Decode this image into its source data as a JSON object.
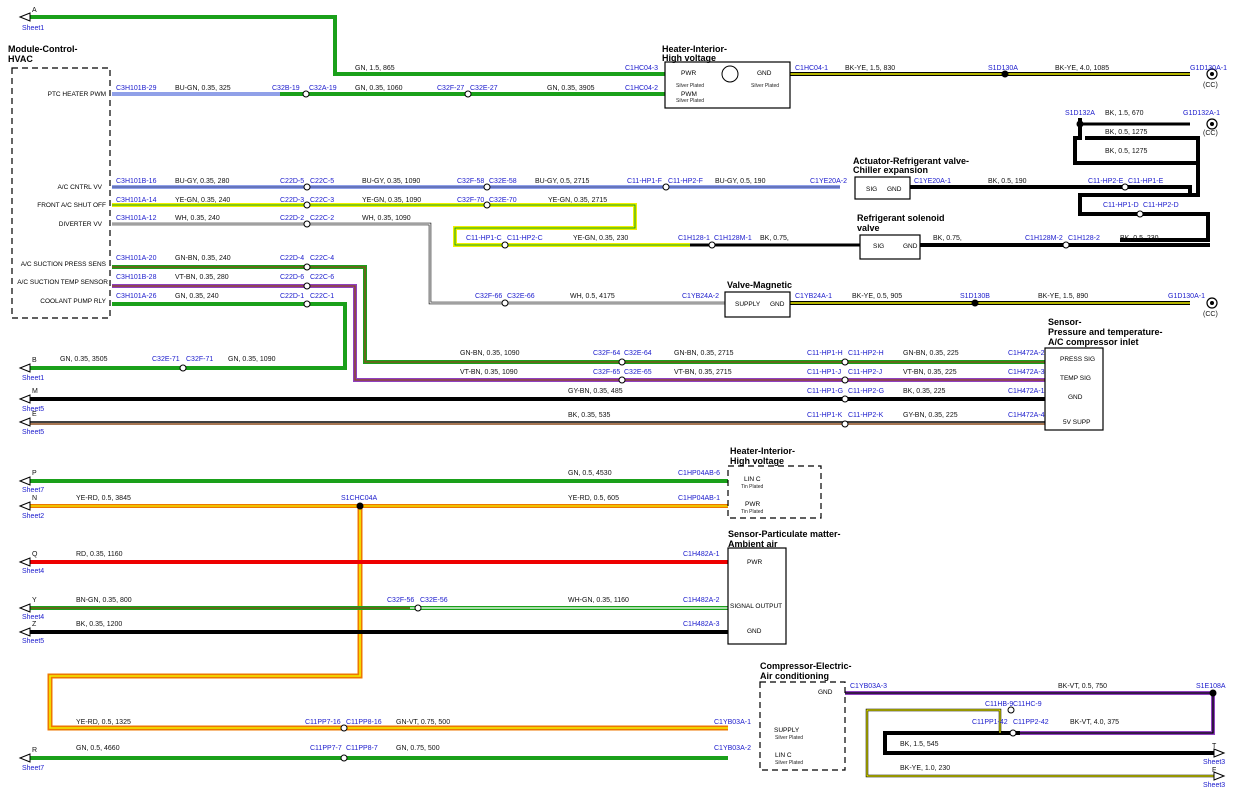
{
  "colors": {
    "GN": "#1aa01a",
    "BK": "#000000",
    "YE": "#f0f000",
    "RD": "#ee0000",
    "BN": "#8b4a1a",
    "VT": "#9040c0",
    "BU": "#2040d0",
    "GY": "#888888",
    "WH": "#ffffff",
    "connector_text": "#1a1acc"
  },
  "sheet_refs": [
    {
      "letter": "A",
      "sheet": "Sheet1"
    },
    {
      "letter": "B",
      "sheet": "Sheet1"
    },
    {
      "letter": "M",
      "sheet": "Sheet5"
    },
    {
      "letter": "E",
      "sheet": "Sheet5"
    },
    {
      "letter": "P",
      "sheet": "Sheet7"
    },
    {
      "letter": "N",
      "sheet": "Sheet2"
    },
    {
      "letter": "Q",
      "sheet": "Sheet4"
    },
    {
      "letter": "Y",
      "sheet": "Sheet4"
    },
    {
      "letter": "Z",
      "sheet": "Sheet5"
    },
    {
      "letter": "R",
      "sheet": "Sheet7"
    },
    {
      "letter": "T",
      "sheet": "Sheet3"
    },
    {
      "letter": "F",
      "sheet": "Sheet3"
    }
  ],
  "components": {
    "hvac": {
      "title1": "Module-Control-",
      "title2": "HVAC",
      "pins": [
        "PTC HEATER PWM",
        "A/C CNTRL VV",
        "FRONT A/C SHUT OFF",
        "DIVERTER VV",
        "A/C SUCTION PRESS SENS",
        "A/C SUCTION TEMP SENSOR",
        "COOLANT PUMP RLY"
      ]
    },
    "heater_hv": {
      "title1": "Heater-Interior-",
      "title2": "High voltage",
      "pins": [
        "PWR",
        "GND",
        "PWM"
      ],
      "plating": "Silver Plated"
    },
    "chiller": {
      "title1": "Actuator-Refrigerant valve-",
      "title2": "Chiller expansion",
      "pins": [
        "SIG",
        "GND"
      ]
    },
    "solenoid": {
      "title1": "Refrigerant solenoid",
      "title2": "valve",
      "pins": [
        "SIG",
        "GND"
      ]
    },
    "valve_mag": {
      "title1": "Valve-Magnetic",
      "pins": [
        "SUPPLY",
        "GND"
      ]
    },
    "pt_sensor": {
      "title1": "Sensor-",
      "title2": "Pressure and temperature-",
      "title3": "A/C compressor inlet",
      "pins": [
        "PRESS SIG",
        "TEMP SIG",
        "GND",
        "5V SUPP"
      ]
    },
    "heater_lin": {
      "title1": "Heater-Interior-",
      "title2": "High voltage",
      "pins": [
        "LIN C",
        "PWR"
      ],
      "plating": "Tin Plated"
    },
    "pm_sensor": {
      "title1": "Sensor-Particulate matter-",
      "title2": "Ambient air",
      "pins": [
        "PWR",
        "SIGNAL OUTPUT",
        "GND"
      ]
    },
    "compressor": {
      "title1": "Compressor-Electric-",
      "title2": "Air conditioning",
      "pins": [
        "GND",
        "SUPPLY",
        "LIN C"
      ],
      "plating": "Silver Plated"
    }
  },
  "connectors": {
    "c1hc04_3": "C1HC04-3",
    "c1hc04_2": "C1HC04-2",
    "c1hc04_1": "C1HC04-1",
    "s1d130a": "S1D130A",
    "g1d130a_1": "G1D130A-1",
    "g1d132a_1": "G1D132A-1",
    "s1d132a": "S1D132A",
    "c3h101b_29": "C3H101B-29",
    "c32b_19": "C32B-19",
    "c32a_19": "C32A-19",
    "c32f_27": "C32F-27",
    "c32e_27": "C32E-27",
    "c3h101b_16": "C3H101B-16",
    "c22d_5": "C22D-5",
    "c22c_5": "C22C-5",
    "c32f_58": "C32F-58",
    "c32e_58": "C32E-58",
    "c11hp1_f": "C11-HP1-F",
    "c11hp2_f": "C11-HP2-F",
    "c1ye20a_2": "C1YE20A-2",
    "c1ye20a_1": "C1YE20A-1",
    "c11hp2_e": "C11-HP2-E",
    "c11hp1_e": "C11-HP1-E",
    "c3h101a_14": "C3H101A-14",
    "c22d_3": "C22D-3",
    "c22c_3": "C22C-3",
    "c32f_70": "C32F-70",
    "c32e_70": "C32E-70",
    "c11hp1_d": "C11-HP1-D",
    "c11hp2_d": "C11-HP2-D",
    "c3h101a_12": "C3H101A-12",
    "c22d_2": "C22D-2",
    "c22c_2": "C22C-2",
    "c11hp1_c": "C11-HP1-C",
    "c11hp2_c": "C11-HP2-C",
    "c1h128_1": "C1H128-1",
    "c1h128m_1": "C1H128M-1",
    "c1h128m_2": "C1H128M-2",
    "c1h128_2": "C1H128-2",
    "c3h101a_20": "C3H101A-20",
    "c22d_4": "C22D-4",
    "c22c_4": "C22C-4",
    "c3h101b_28": "C3H101B-28",
    "c22d_6": "C22D-6",
    "c22c_6": "C22C-6",
    "c3h101a_26": "C3H101A-26",
    "c22d_1": "C22D-1",
    "c22c_1": "C22C-1",
    "c32f_66": "C32F-66",
    "c32e_66": "C32E-66",
    "c1yb24a_2": "C1YB24A-2",
    "c1yb24a_1": "C1YB24A-1",
    "s1d130b": "S1D130B",
    "c32e_71": "C32E-71",
    "c32f_71": "C32F-71",
    "c32f_64": "C32F-64",
    "c32e_64": "C32E-64",
    "c11hp1_h": "C11-HP1-H",
    "c11hp2_h": "C11-HP2-H",
    "c1h472a_2": "C1H472A-2",
    "c32f_65": "C32F-65",
    "c32e_65": "C32E-65",
    "c11hp1_j": "C11-HP1-J",
    "c11hp2_j": "C11-HP2-J",
    "c1h472a_3": "C1H472A-3",
    "c11hp1_g": "C11-HP1-G",
    "c11hp2_g": "C11-HP2-G",
    "c1h472a_1": "C1H472A-1",
    "c11hp1_k": "C11-HP1-K",
    "c11hp2_k": "C11-HP2-K",
    "c1h472a_4": "C1H472A-4",
    "c1hp04ab_6": "C1HP04AB-6",
    "c1hp04ab_1": "C1HP04AB-1",
    "s1chc04a": "S1CHC04A",
    "c1h482a_1": "C1H482A-1",
    "c32f_56": "C32F-56",
    "c32e_56": "C32E-56",
    "c1h482a_2": "C1H482A-2",
    "c1h482a_3": "C1H482A-3",
    "c1yb03a_3": "C1YB03A-3",
    "s1e108a": "S1E108A",
    "c11hb_9": "C11HB-9",
    "c11hc_9": "C11HC-9",
    "c11pp1_42": "C11PP1-42",
    "c11pp2_42": "C11PP2-42",
    "c11pp7_16": "C11PP7-16",
    "c11pp8_16": "C11PP8-16",
    "c1yb03a_1": "C1YB03A-1",
    "c11pp7_7": "C11PP7-7",
    "c11pp8_7": "C11PP8-7",
    "c1yb03a_2": "C1YB03A-2"
  },
  "wires": {
    "w_a": "GN, 1.5, 865",
    "w_gnd1a": "BK-YE, 1.5, 830",
    "w_gnd1b": "BK-YE, 4.0, 1085",
    "w_ptc1": "BU-GN, 0.35, 325",
    "w_ptc2": "GN, 0.35, 1060",
    "w_ptc3": "GN, 0.35, 3905",
    "w_bk670": "BK, 1.5, 670",
    "w_bk1275a": "BK, 0.5, 1275",
    "w_bk1275b": "BK, 0.5, 1275",
    "w_ac1": "BU-GY, 0.35, 280",
    "w_ac2": "BU-GY, 0.35, 1090",
    "w_ac3": "BU-GY, 0.5, 2715",
    "w_ac4": "BU-GY, 0.5, 190",
    "w_ch_gnd": "BK, 0.5, 190",
    "w_fr1": "YE-GN, 0.35, 240",
    "w_fr2": "YE-GN, 0.35, 1090",
    "w_fr3": "YE-GN, 0.35, 2715",
    "w_fr4": "YE-GN, 0.35, 230",
    "w_dv1": "WH, 0.35, 240",
    "w_dv2": "WH, 0.35, 1090",
    "w_sol_a": "BK, 0.75,",
    "w_sol_b": "BK, 0.75,",
    "w_sol_c": "BK, 0.5, 230",
    "w_ps1": "GN-BN, 0.35, 240",
    "w_ts1": "VT-BN, 0.35, 280",
    "w_cp1": "GN, 0.35, 240",
    "w_vm1": "WH, 0.5, 4175",
    "w_vm2": "BK-YE, 0.5, 905",
    "w_vm3": "BK-YE, 1.5, 890",
    "w_b1": "GN, 0.35, 3505",
    "w_b2": "GN, 0.35, 1090",
    "w_ps2": "GN-BN, 0.35, 1090",
    "w_ps3": "GN-BN, 0.35, 2715",
    "w_ps4": "GN-BN, 0.35, 225",
    "w_ts2": "VT-BN, 0.35, 1090",
    "w_ts3": "VT-BN, 0.35, 2715",
    "w_ts4": "VT-BN, 0.35, 225",
    "w_m1": "GY-BN, 0.35, 485",
    "w_m2": "BK, 0.35, 225",
    "w_e1": "BK, 0.35, 535",
    "w_e2": "GY-BN, 0.35, 225",
    "w_p1": "GN, 0.5, 4530",
    "w_n1": "YE-RD, 0.5, 3845",
    "w_n2": "YE-RD, 0.5, 605",
    "w_q1": "RD, 0.35, 1160",
    "w_y1": "BN-GN, 0.35, 800",
    "w_y2": "WH-GN, 0.35, 1160",
    "w_z1": "BK, 0.35, 1200",
    "w_cmp_gnd": "BK-VT, 0.5, 750",
    "w_cmp_gnd2": "BK-VT, 4.0, 375",
    "w_t1": "BK, 1.5, 545",
    "w_f1": "BK-YE, 1.0, 230",
    "w_sup1": "YE-RD, 0.5, 1325",
    "w_sup2": "GN-VT, 0.75, 500",
    "w_r1": "GN, 0.5, 4660",
    "w_r2": "GN, 0.75, 500"
  },
  "ground_tag": "(CC)"
}
